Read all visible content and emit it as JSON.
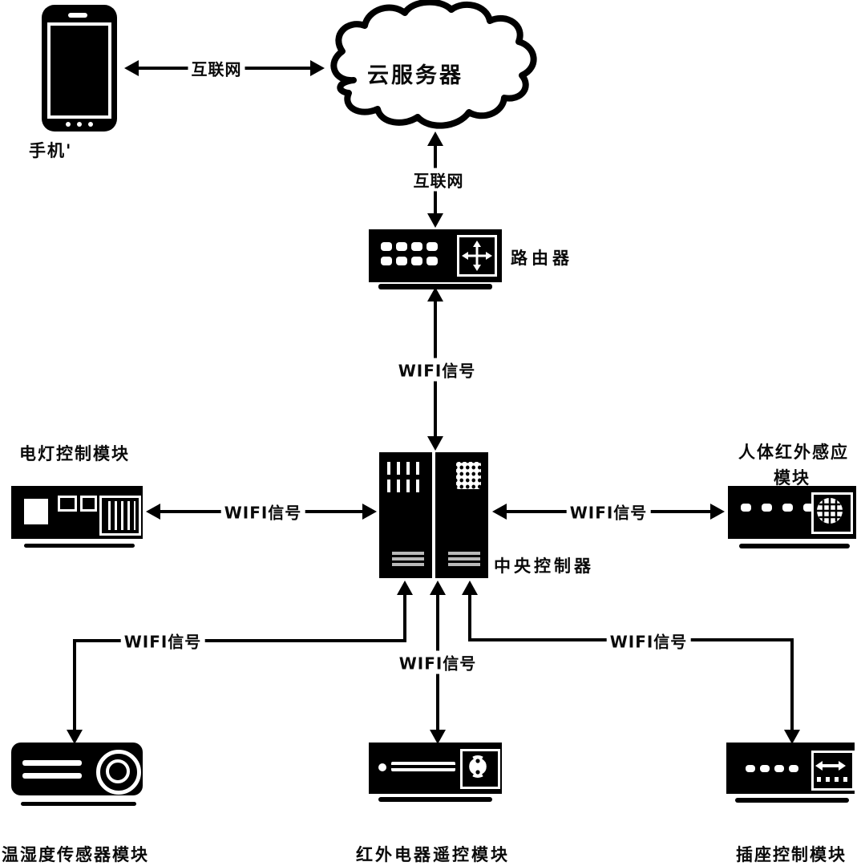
{
  "nodes": {
    "phone": {
      "label": "手机'"
    },
    "cloud": {
      "label": "云服务器"
    },
    "router": {
      "label": "路由器"
    },
    "controller": {
      "label": "中央控制器"
    },
    "light": {
      "label": "电灯控制模块"
    },
    "pir": {
      "label_line1": "人体红外感应",
      "label_line2": "模块"
    },
    "temp": {
      "label": "温湿度传感器模块"
    },
    "ir": {
      "label": "红外电器遥控模块"
    },
    "socket": {
      "label": "插座控制模块"
    }
  },
  "links": {
    "phone_cloud": {
      "label": "互联网"
    },
    "cloud_router": {
      "label": "互联网"
    },
    "router_controller": {
      "label": "WIFI信号"
    },
    "controller_light": {
      "label": "WIFI信号"
    },
    "controller_pir": {
      "label": "WIFI信号"
    },
    "controller_temp": {
      "label": "WIFI信号"
    },
    "controller_ir": {
      "label": "WIFI信号"
    },
    "controller_socket": {
      "label": "WIFI信号"
    }
  },
  "colors": {
    "ink": "#000000",
    "background": "#ffffff"
  }
}
